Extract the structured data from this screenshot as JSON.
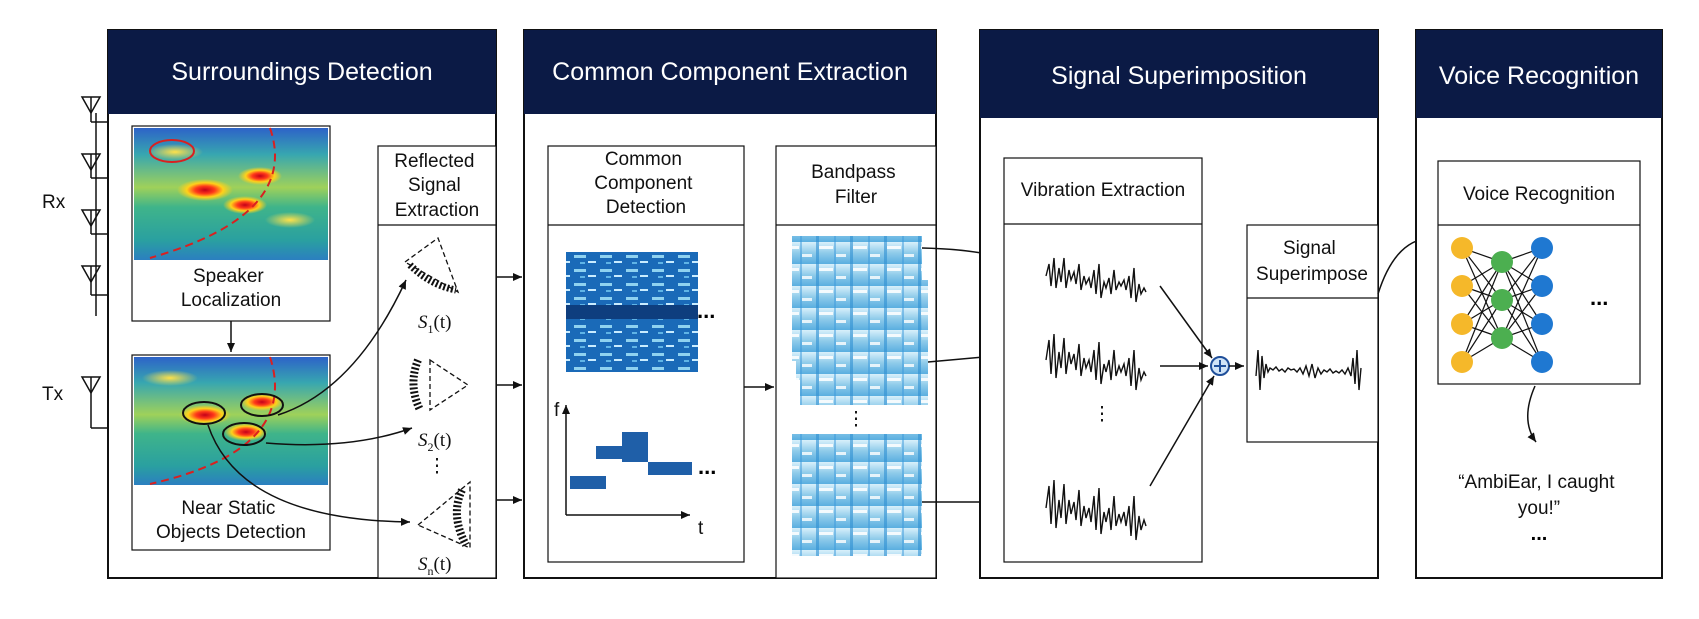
{
  "panels": {
    "surroundings": {
      "title": "Surroundings Detection"
    },
    "common": {
      "title": "Common Component Extraction"
    },
    "superposition": {
      "title": "Signal Superimposition"
    },
    "voice": {
      "title": "Voice Recognition"
    }
  },
  "antennas": {
    "rx_label": "Rx",
    "tx_label": "Tx"
  },
  "surroundings": {
    "speaker_localization": [
      "Speaker",
      "Localization"
    ],
    "near_static": [
      "Near Static",
      "Objects Detection"
    ],
    "reflected": [
      "Reflected",
      "Signal",
      "Extraction"
    ],
    "signals": {
      "s1_sub": "1",
      "s2_sub": "2",
      "sn_sub": "n",
      "symbol": "S",
      "arg": "(t)"
    }
  },
  "common": {
    "detection": [
      "Common",
      "Component",
      "Detection"
    ],
    "bandpass": [
      "Bandpass",
      "Filter"
    ],
    "axis_f": "f",
    "axis_t": "t",
    "ellipsis": "..."
  },
  "superposition": {
    "vibration": "Vibration Extraction",
    "superimpose": [
      "Signal",
      "Superimpose"
    ]
  },
  "voice": {
    "box_title": "Voice Recognition",
    "quote": [
      "“AmbiEar, I caught",
      "you!”"
    ],
    "ellipsis": "..."
  },
  "colors": {
    "header_navy": "#0b1a45",
    "node_yellow": "#f5b82a",
    "node_green": "#4caf50",
    "node_blue": "#1f78d1",
    "bar_blue": "#1f5fa8"
  }
}
